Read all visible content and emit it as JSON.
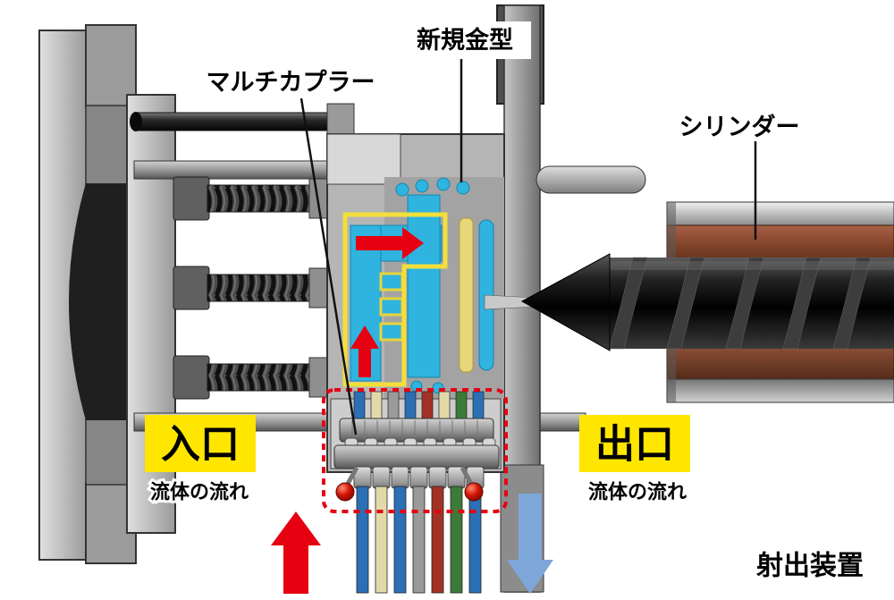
{
  "diagram": {
    "labels": {
      "new_mold": "新規金型",
      "multi_coupler": "マルチカプラー",
      "cylinder": "シリンダー",
      "inlet_title": "入口",
      "inlet_caption": "流体の流れ",
      "outlet_title": "出口",
      "outlet_caption": "流体の流れ",
      "footer": "射出装置"
    },
    "colors": {
      "label_yellow": "#ffe600",
      "flow_cyan": "#2fb3df",
      "arrow_red": "#e60012",
      "arrow_blue": "#7da7d9",
      "dashed_outline_red": "#e60012",
      "mold_outline_yellow": "#f3df3c",
      "tube_blue": "#2b6fb5",
      "tube_cream": "#e3d9a8",
      "tube_red": "#a33226",
      "tube_green": "#3d7a3a"
    }
  }
}
